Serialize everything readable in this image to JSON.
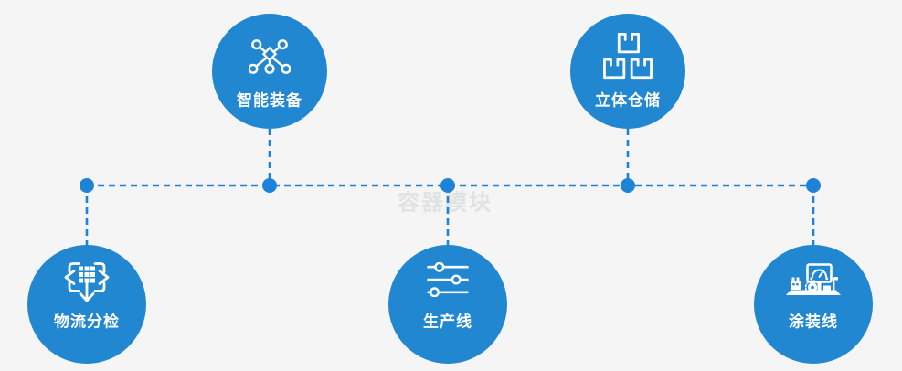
{
  "diagram": {
    "watermark": "容器模块",
    "nodes": [
      {
        "label": "智能装备",
        "icon": "network-nodes-icon",
        "row": "top"
      },
      {
        "label": "立体仓储",
        "icon": "warehouse-boxes-icon",
        "row": "top"
      },
      {
        "label": "物流分检",
        "icon": "sorting-distribute-icon",
        "row": "bottom"
      },
      {
        "label": "生产线",
        "icon": "sliders-icon",
        "row": "bottom"
      },
      {
        "label": "涂装线",
        "icon": "paint-machine-icon",
        "row": "bottom"
      }
    ],
    "connector_style": "dashed-line-with-dots"
  },
  "colors": {
    "node_fill": "#2287d1",
    "connector": "#1e82d8",
    "background": "#f5f5f6",
    "label_text": "#ffffff",
    "watermark": "#e2e2e2"
  }
}
